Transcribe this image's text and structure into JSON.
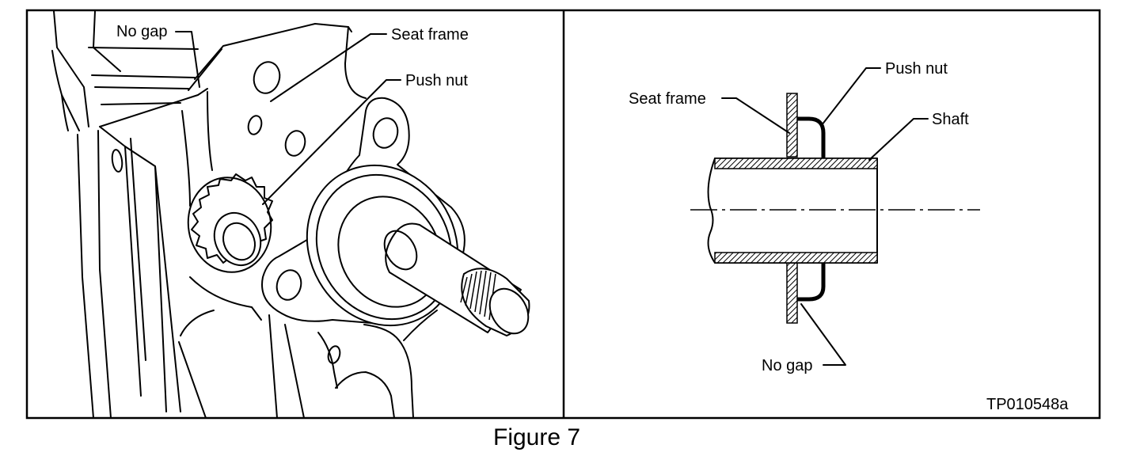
{
  "figure": {
    "caption": "Figure 7",
    "code": "TP010548a"
  },
  "left_panel": {
    "labels": {
      "no_gap": "No gap",
      "seat_frame": "Seat frame",
      "push_nut": "Push nut"
    }
  },
  "right_panel": {
    "labels": {
      "seat_frame": "Seat frame",
      "push_nut": "Push nut",
      "shaft": "Shaft",
      "no_gap": "No gap"
    }
  }
}
